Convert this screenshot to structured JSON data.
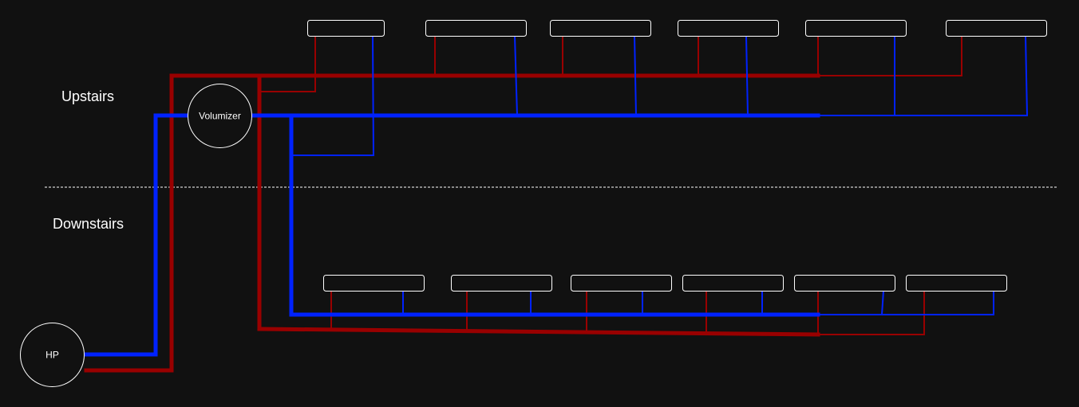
{
  "labels": {
    "upstairs": "Upstairs",
    "downstairs": "Downstairs"
  },
  "nodes": {
    "volumizer": "Volumizer",
    "hp": "HP"
  },
  "colors": {
    "background": "#111111",
    "supply_red": "#990000",
    "return_blue": "#0022ff",
    "outline": "#ffffff"
  },
  "upstairs_vents": [
    "",
    "",
    "",
    "",
    "",
    ""
  ],
  "downstairs_vents": [
    "",
    "",
    "",
    "",
    "",
    ""
  ]
}
